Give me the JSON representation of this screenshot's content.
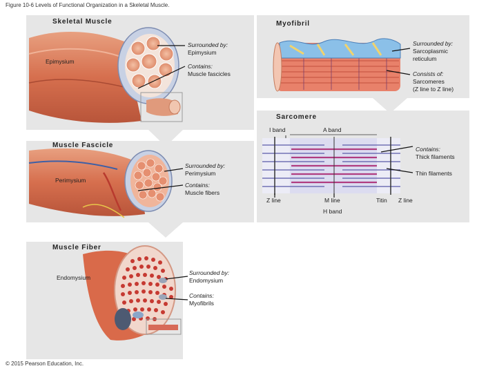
{
  "figure_title": "Figure 10-6 Levels of Functional Organization in a Skeletal Muscle.",
  "skeletal_muscle": {
    "title": "Skeletal Muscle",
    "epimysium": "Epimysium",
    "surrounded_by": "Surrounded by:",
    "surrounded_value": "Epimysium",
    "contains": "Contains:",
    "contains_value": "Muscle fascicles"
  },
  "muscle_fascicle": {
    "title": "Muscle Fascicle",
    "perimysium": "Perimysium",
    "surrounded_by": "Surrounded by:",
    "surrounded_value": "Perimysium",
    "contains": "Contains:",
    "contains_value": "Muscle fibers"
  },
  "muscle_fiber": {
    "title": "Muscle Fiber",
    "endomysium": "Endomysium",
    "surrounded_by": "Surrounded by:",
    "surrounded_value": "Endomysium",
    "contains": "Contains:",
    "contains_value": "Myofibrils"
  },
  "myofibril": {
    "title": "Myofibril",
    "surrounded_by": "Surrounded by:",
    "surrounded_value_1": "Sarcoplasmic",
    "surrounded_value_2": "reticulum",
    "consists_of": "Consists of:",
    "consists_value_1": "Sarcomeres",
    "consists_value_2": "(Z line to Z line)"
  },
  "sarcomere": {
    "title": "Sarcomere",
    "i_band": "I band",
    "a_band": "A band",
    "contains": "Contains:",
    "thick_filaments": "Thick filaments",
    "thin_filaments": "Thin filaments",
    "z_line_left": "Z line",
    "m_line": "M line",
    "titin": "Titin",
    "z_line_right": "Z line",
    "h_band": "H band"
  },
  "copyright": "© 2015 Pearson Education, Inc."
}
